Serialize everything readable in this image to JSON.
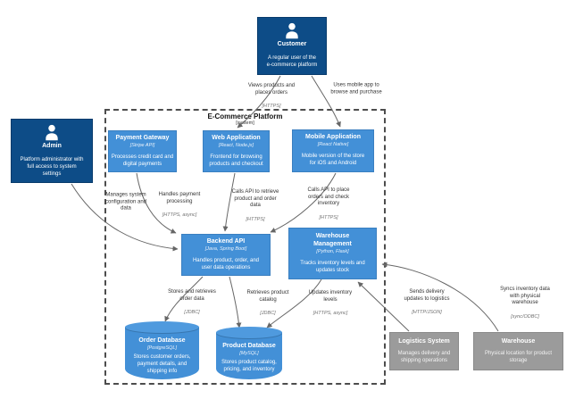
{
  "boundary": {
    "title": "E-Commerce Platform",
    "subtitle": "[system]"
  },
  "nodes": {
    "customer": {
      "title": "Customer",
      "desc": "A regular user of the\ne-commerce platform"
    },
    "admin": {
      "title": "Admin",
      "desc": "Platform administrator with\nfull access to system\nsettings"
    },
    "payment_gateway": {
      "title": "Payment Gateway",
      "tech": "[Stripe API]",
      "desc": "Processes credit card and\ndigital payments"
    },
    "web_application": {
      "title": "Web Application",
      "tech": "[React, Node.js]",
      "desc": "Frontend for browsing\nproducts and checkout"
    },
    "mobile_application": {
      "title": "Mobile Application",
      "tech": "[React Native]",
      "desc": "Mobile version of the store\nfor iOS and Android"
    },
    "backend_api": {
      "title": "Backend API",
      "tech": "[Java, Spring Boot]",
      "desc": "Handles product, order, and\nuser data operations"
    },
    "warehouse_management": {
      "title": "Warehouse\nManagement",
      "tech": "[Python, Flask]",
      "desc": "Tracks inventory levels and\nupdates stock"
    },
    "order_database": {
      "title": "Order Database",
      "tech": "[PostgreSQL]",
      "desc": "Stores customer orders,\npayment details, and\nshipping info"
    },
    "product_database": {
      "title": "Product Database",
      "tech": "[MySQL]",
      "desc": "Stores product catalog,\npricing, and inventory"
    },
    "logistics_system": {
      "title": "Logistics System",
      "desc": "Manages delivery and\nshipping operations"
    },
    "warehouse": {
      "title": "Warehouse",
      "desc": "Physical location for product\nstorage"
    }
  },
  "edges": {
    "customer_web": {
      "label": "Views products and\nplaces orders",
      "protocol": "[HTTPS]"
    },
    "customer_mobile": {
      "label": "Uses mobile app to\nbrowse and purchase",
      "protocol": ""
    },
    "admin_backend": {
      "label": "Manages system\nconfiguration and\ndata",
      "protocol": ""
    },
    "payment_backend": {
      "label": "Handles payment\nprocessing",
      "protocol": "[HTTPS, async]"
    },
    "web_backend": {
      "label": "Calls API to retrieve\nproduct and order\ndata",
      "protocol": "[HTTPS]"
    },
    "mobile_backend": {
      "label": "Calls API to place\norders and check\ninventory",
      "protocol": "[HTTPS]"
    },
    "backend_orderdb": {
      "label": "Stores and retrieves\norder data",
      "protocol": "[JDBC]"
    },
    "backend_productdb": {
      "label": "Retrieves product\ncatalog",
      "protocol": "[JDBC]"
    },
    "wm_productdb": {
      "label": "Updates inventory\nlevels",
      "protocol": "[HTTPS, async]"
    },
    "logistics_wm": {
      "label": "Sends delivery\nupdates to logistics",
      "protocol": "[HTTP/JSON]"
    },
    "warehouse_wm": {
      "label": "Syncs inventory data\nwith physical\nwarehouse",
      "protocol": "[sync/ODBC]"
    }
  },
  "colors": {
    "person": "#0d4c87",
    "container": "#4390d7",
    "external": "#9b9b9b",
    "database": "#4390d7",
    "arrow": "#666666"
  }
}
